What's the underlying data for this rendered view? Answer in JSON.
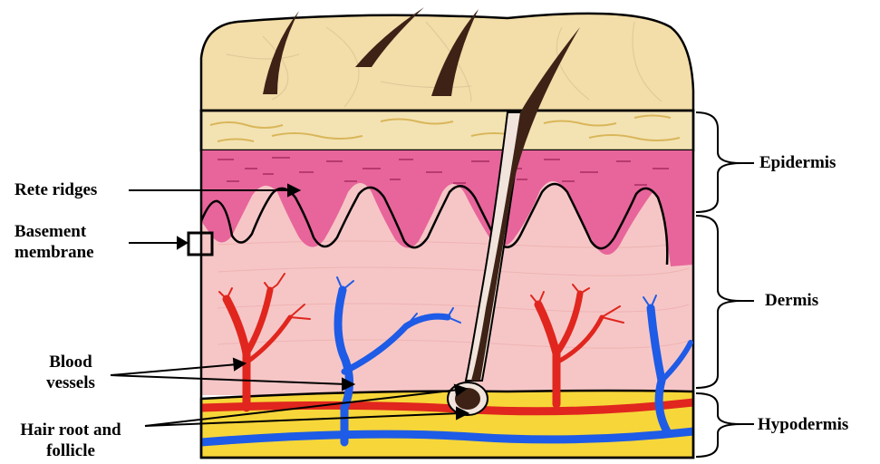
{
  "labels": {
    "rete_ridges": "Rete ridges",
    "basement_membrane": [
      "Basement",
      "membrane"
    ],
    "blood_vessels": [
      "Blood",
      "vessels"
    ],
    "hair_root": [
      "Hair root and",
      "follicle"
    ],
    "epidermis": "Epidermis",
    "dermis": "Dermis",
    "hypodermis": "Hypodermis"
  },
  "colors": {
    "stratum_corneum": "#F3DDA8",
    "epidermis_band": "#F3E3B3",
    "papillary_layer": "#E7659B",
    "dermis": "#F6C6C6",
    "hypodermis_fat": "#F7D63A",
    "artery": "#E0261E",
    "vein": "#1E5BE6",
    "hair": "#3E2216",
    "hair_sheath": "#F1E4DC"
  }
}
